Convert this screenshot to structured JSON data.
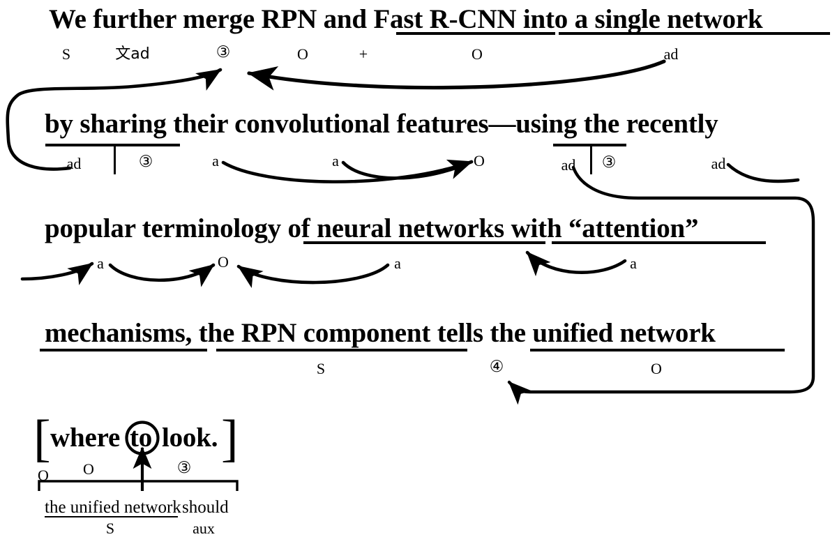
{
  "diagram": {
    "type": "sentence-structure-annotation",
    "ink_color": "#000000",
    "background_color": "#ffffff",
    "lines": [
      {
        "id": "line-1",
        "text": "We further merge RPN and Fast R-CNN into a single network",
        "labels": [
          {
            "text": "S",
            "kind": "role"
          },
          {
            "text": "文ad",
            "kind": "role"
          },
          {
            "text": "③",
            "kind": "circled-number"
          },
          {
            "text": "O",
            "kind": "role"
          },
          {
            "text": "+",
            "kind": "operator"
          },
          {
            "text": "O",
            "kind": "role"
          },
          {
            "text": "ad",
            "kind": "role"
          }
        ]
      },
      {
        "id": "line-2",
        "text": "by sharing their convolutional features—using the recently",
        "labels": [
          {
            "text": "ad",
            "kind": "role"
          },
          {
            "text": "③",
            "kind": "circled-number"
          },
          {
            "text": "a",
            "kind": "role"
          },
          {
            "text": "a",
            "kind": "role"
          },
          {
            "text": "O",
            "kind": "role"
          },
          {
            "text": "ad",
            "kind": "role"
          },
          {
            "text": "③",
            "kind": "circled-number"
          },
          {
            "text": "ad",
            "kind": "role"
          }
        ]
      },
      {
        "id": "line-3",
        "text": "popular terminology of neural networks with “attention”",
        "labels": [
          {
            "text": "a",
            "kind": "role"
          },
          {
            "text": "O",
            "kind": "role"
          },
          {
            "text": "a",
            "kind": "role"
          },
          {
            "text": "a",
            "kind": "role"
          }
        ]
      },
      {
        "id": "line-4",
        "text": "mechanisms, the RPN component tells the unified network",
        "labels": [
          {
            "text": "S",
            "kind": "role"
          },
          {
            "text": "④",
            "kind": "circled-number"
          },
          {
            "text": "O",
            "kind": "role"
          }
        ]
      },
      {
        "id": "line-5",
        "text": "where to look.",
        "bracket_open": "[",
        "bracket_close": "]",
        "circled_word": "to",
        "labels": [
          {
            "text": "O",
            "kind": "role"
          },
          {
            "text": "O",
            "kind": "role"
          },
          {
            "text": "③",
            "kind": "circled-number"
          }
        ]
      },
      {
        "id": "line-6",
        "text_left": "the unified network",
        "text_right": "should",
        "labels": [
          {
            "text": "S",
            "kind": "role"
          },
          {
            "text": "aux",
            "kind": "role"
          }
        ]
      }
    ],
    "line1": {
      "words": "We further merge RPN and Fast R-CNN into a single network",
      "lbl_s": "S",
      "lbl_wenad": "文ad",
      "lbl_circ3": "③",
      "lbl_o1": "O",
      "lbl_plus": "+",
      "lbl_o2": "O",
      "lbl_ad": "ad"
    },
    "line2": {
      "words": "by sharing their convolutional features—using the recently",
      "lbl_ad1": "ad",
      "lbl_circ3a": "③",
      "lbl_a1": "a",
      "lbl_a2": "a",
      "lbl_o": "O",
      "lbl_ad2": "ad",
      "lbl_circ3b": "③",
      "lbl_ad3": "ad"
    },
    "line3": {
      "words": "popular terminology of neural networks with “attention”",
      "lbl_a1": "a",
      "lbl_o": "O",
      "lbl_a2": "a",
      "lbl_a3": "a"
    },
    "line4": {
      "words": "mechanisms, the RPN component tells the unified network",
      "lbl_s": "S",
      "lbl_circ4": "④",
      "lbl_o": "O"
    },
    "line5": {
      "open": "[",
      "w1": "where",
      "w2": "to",
      "w3": "look.",
      "close": "]",
      "lbl_o1": "O",
      "lbl_o2": "O",
      "lbl_circ3": "③"
    },
    "line6": {
      "w_left": "the unified network",
      "w_right": "should",
      "lbl_s": "S",
      "lbl_aux": "aux"
    }
  }
}
